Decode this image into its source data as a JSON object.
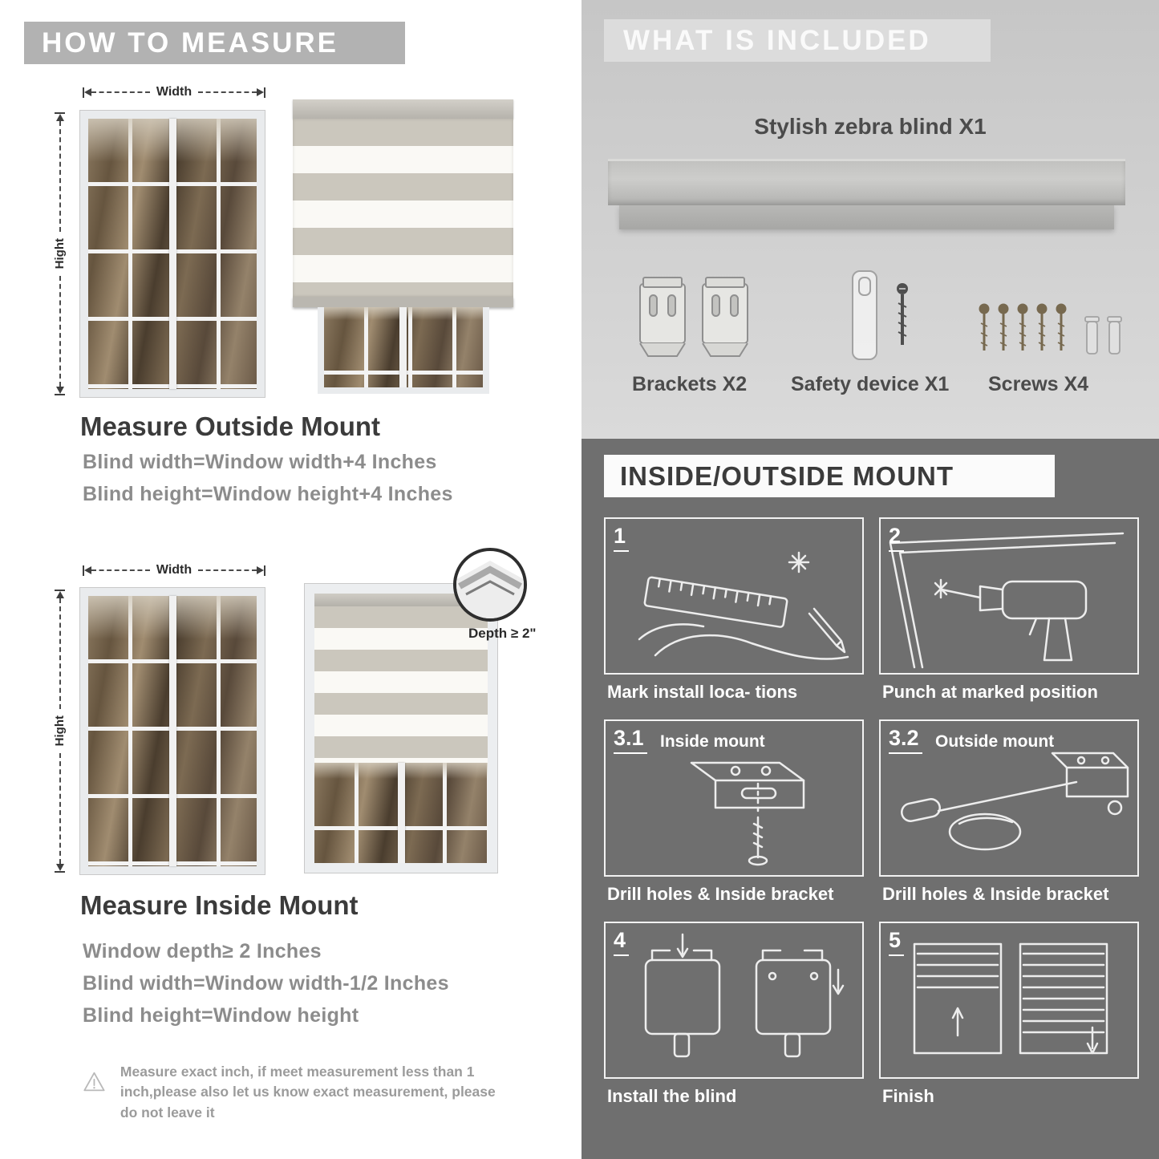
{
  "palette": {
    "banner_gray": "#b2b2b2",
    "included_panel_gray": "#d0d0d0",
    "mount_panel_gray": "#6f6f6f",
    "heading_text": "#3b3b3b",
    "formula_text_gray": "#8c8c8c",
    "zebra_stripe": "#cbc7bd",
    "white": "#ffffff"
  },
  "left": {
    "header": "HOW TO MEASURE",
    "labels": {
      "width": "Width",
      "height": "Hight"
    },
    "outside": {
      "title": "Measure Outside Mount",
      "formulas": [
        "Blind width=Window width+4 Inches",
        "Blind height=Window height+4 Inches"
      ]
    },
    "inside": {
      "title": "Measure Inside Mount",
      "depth_label": "Depth ≥ 2\"",
      "formulas": [
        "Window depth≥ 2 Inches",
        "Blind width=Window width-1/2 Inches",
        "Blind height=Window height"
      ]
    },
    "warning": "Measure exact inch, if meet measurement less than 1 inch,please also let us know exact measurement, please do not leave it"
  },
  "right": {
    "included": {
      "header": "WHAT IS INCLUDED",
      "product": "Stylish zebra blind X1",
      "items": [
        {
          "label": "Brackets X2"
        },
        {
          "label": "Safety device X1"
        },
        {
          "label": "Screws X4"
        }
      ]
    },
    "mount": {
      "header": "INSIDE/OUTSIDE MOUNT",
      "steps": [
        {
          "num": "1",
          "label": "",
          "caption": "Mark install loca- tions"
        },
        {
          "num": "2",
          "label": "",
          "caption": "Punch at  marked position"
        },
        {
          "num": "3.1",
          "label": "Inside mount",
          "caption": "Drill holes &  Inside bracket"
        },
        {
          "num": "3.2",
          "label": "Outside mount",
          "caption": "Drill holes &  Inside bracket"
        },
        {
          "num": "4",
          "label": "",
          "caption": "Install the blind"
        },
        {
          "num": "5",
          "label": "",
          "caption": "Finish"
        }
      ]
    }
  }
}
